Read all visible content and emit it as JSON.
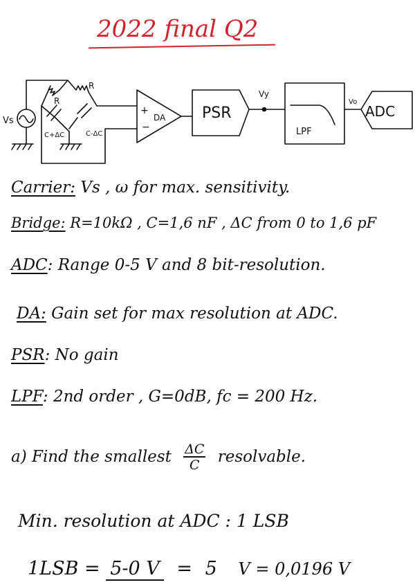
{
  "title": "2022 final Q2",
  "diagram": {
    "source_label": "Vs",
    "r_top_left": "R",
    "r_top_right": "R",
    "c_bottom_left": "C+ΔC",
    "c_bottom_right": "C-ΔC",
    "da_plus": "+",
    "da_minus": "−",
    "da_label": "DA",
    "psr_label": "PSR",
    "vy_label": "Vy",
    "lpf_label": "LPF",
    "vo_label": "Vo",
    "adc_label": "ADC"
  },
  "specs": {
    "carrier_label": "Carrier:",
    "carrier_text": "Vs , ω for max. sensitivity.",
    "bridge_label": "Bridge:",
    "bridge_text": "R=10kΩ , C=1,6 nF , ΔC from 0 to 1,6 pF",
    "adc_label": "ADC",
    "adc_text": ": Range  0-5 V  and  8 bit-resolution.",
    "da_label": "DA:",
    "da_text": " Gain set for max  resolution at  ADC.",
    "psr_label": "PSR",
    "psr_text": ": No gain",
    "lpf_label": "LPF",
    "lpf_text": ":  2nd order , G=0dB,  fc = 200 Hz."
  },
  "question": {
    "prefix": "a) Find the smallest",
    "frac_num": "ΔC",
    "frac_den": "C",
    "suffix": "resolvable."
  },
  "work": {
    "line1": "Min. resolution at  ADC : 1 LSB",
    "lsb_left": "1LSB =",
    "lsb_num": "5-0 V",
    "lsb_eq": "=",
    "lsb_five": "5",
    "lsb_result": "V = 0,0196 V"
  }
}
